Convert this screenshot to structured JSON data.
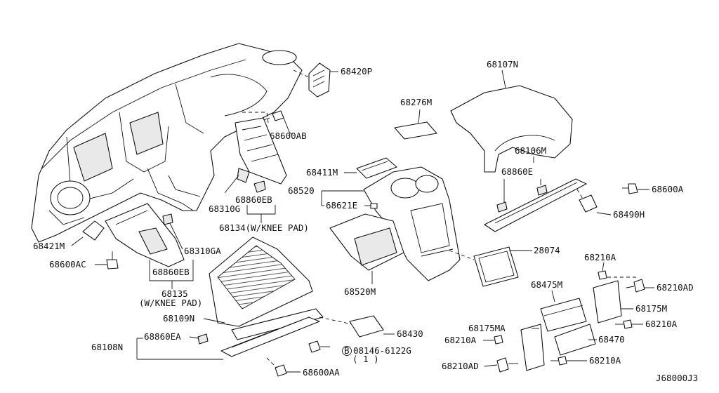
{
  "diagram_code": "J68000J3",
  "labels": {
    "p68420P": "68420P",
    "p68107N": "68107N",
    "p68276M": "68276M",
    "p68600AB": "68600AB",
    "p68106M": "68106M",
    "p68860E": "68860E",
    "p68411M": "68411M",
    "p68600A": "68600A",
    "p68520": "68520",
    "p68621E": "68621E",
    "p68490H": "68490H",
    "p68310G": "68310G",
    "p68860EB_1": "68860EB",
    "p68134": "68134(W/KNEE PAD)",
    "p68421M": "68421M",
    "p28074": "28074",
    "p68310GA": "68310GA",
    "p68600AC": "68600AC",
    "p68860EB_2": "68860EB",
    "p68520M": "68520M",
    "p68210A_1": "68210A",
    "p68475M": "68475M",
    "p68210AD_1": "68210AD",
    "p68135": "68135",
    "p68135_note": "(W/KNEE PAD)",
    "p68175M": "68175M",
    "p68109N": "68109N",
    "p68210A_2": "68210A",
    "p68430": "68430",
    "p68175MA": "68175MA",
    "p68860EA": "68860EA",
    "p68470": "68470",
    "p68108N": "68108N",
    "p68210A_3": "68210A",
    "p08146": "08146-6122G",
    "p08146_b": "B",
    "p08146_qty": "( 1 )",
    "p68210AD_2": "68210AD",
    "p68210A_4": "68210A",
    "p68600AA": "68600AA"
  }
}
